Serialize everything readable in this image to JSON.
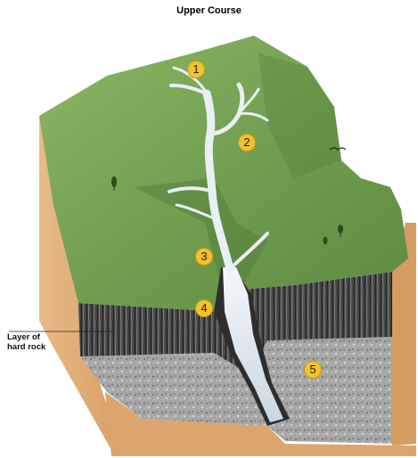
{
  "title": "Upper Course",
  "rock_label": {
    "line1": "Layer of",
    "line2": "hard rock"
  },
  "markers": [
    "1",
    "2",
    "3",
    "4",
    "5"
  ],
  "colors": {
    "grass": "#7ca85a",
    "grass_dark": "#5f8a43",
    "soil": "#e2b27e",
    "hard_rock": "#3a3a3a",
    "soft_rock": "#a7a7a7",
    "water": "#dfe9f0",
    "marker": "#f2c230"
  }
}
